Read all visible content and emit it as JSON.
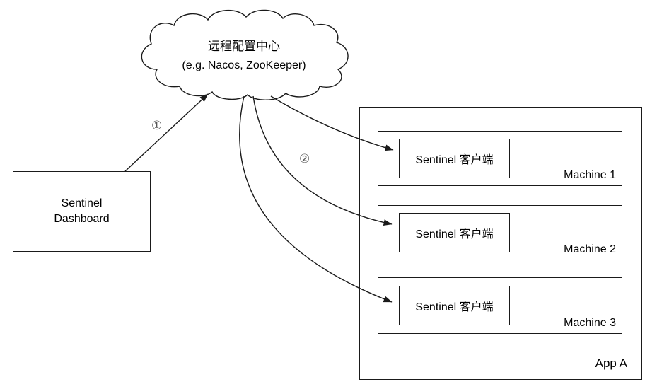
{
  "cloud": {
    "title": "远程配置中心",
    "subtitle": "(e.g. Nacos, ZooKeeper)"
  },
  "dashboard": {
    "lines": [
      "Sentinel",
      "Dashboard"
    ]
  },
  "app": {
    "label": "App A",
    "machines": [
      {
        "label": "Machine 1",
        "client_label": "Sentinel 客户端"
      },
      {
        "label": "Machine 2",
        "client_label": "Sentinel 客户端"
      },
      {
        "label": "Machine 3",
        "client_label": "Sentinel 客户端"
      }
    ]
  },
  "arrows": {
    "step1_label": "①",
    "step2_label": "②"
  },
  "colors": {
    "stroke": "#1a1a1a",
    "background": "#ffffff",
    "text": "#000000"
  }
}
